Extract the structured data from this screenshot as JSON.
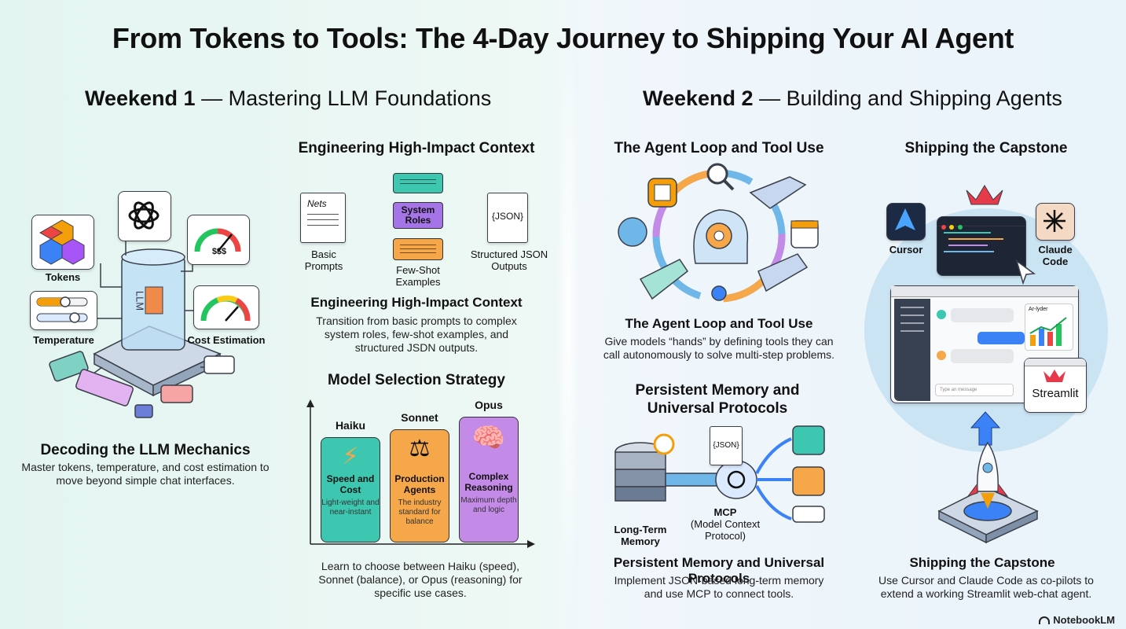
{
  "title": "From Tokens to Tools: The 4-Day Journey to Shipping Your AI Agent",
  "weekend1": {
    "strong": "Weekend 1",
    "rest": " — Mastering LLM Foundations"
  },
  "weekend2": {
    "strong": "Weekend 2",
    "rest": " — Building and Shipping Agents"
  },
  "llm": {
    "label_tokens": "Tokens",
    "label_temperature": "Temperature",
    "label_cost": "Cost Estimation",
    "center_label": "LLM",
    "gauge_text": "$$$",
    "heading": "Decoding the LLM Mechanics",
    "body": "Master tokens, temperature, and cost estimation to move beyond simple chat interfaces."
  },
  "context": {
    "top_heading": "Engineering High-Impact Context",
    "note_scribble": "Nets",
    "basic_prompts": "Basic Prompts",
    "system_roles": "System Roles",
    "few_shot": "Few-Shot Examples",
    "json_tag": "{JSON}",
    "json_outputs": "Structured JSON Outputs",
    "heading": "Engineering High-Impact Context",
    "body": "Transition from basic prompts to complex system roles, few-shot examples, and structured JSDN outputs."
  },
  "models": {
    "heading": "Model Selection Strategy",
    "haiku": {
      "name": "Haiku",
      "title": "Speed and Cost",
      "sub": "Light-weight and near-instant"
    },
    "sonnet": {
      "name": "Sonnet",
      "title": "Production Agents",
      "sub": "The industry standard for balance"
    },
    "opus": {
      "name": "Opus",
      "title": "Complex Reasoning",
      "sub": "Maximum depth and logic"
    },
    "body": "Learn to choose between Haiku (speed), Sonnet (balance), or Opus (reasoning) for specific use cases."
  },
  "agent_loop": {
    "top_heading": "The Agent Loop and Tool Use",
    "heading": "The Agent Loop and Tool Use",
    "body": "Give models “hands” by defining tools they can call autonomously to solve multi-step problems."
  },
  "memory": {
    "top_heading": "Persistent Memory and Universal Protocols",
    "json_tag": "{JSON}",
    "long_term": "Long-Term Memory",
    "mcp": "MCP",
    "mcp_full": "(Model Context Protocol)",
    "heading": "Persistent Memory and Universal Protocols",
    "body": "Implement JSON-based long-term memory and use MCP to connect tools."
  },
  "capstone": {
    "top_heading": "Shipping the Capstone",
    "cursor": "Cursor",
    "claude_code": "Claude Code",
    "chart_word": "Ar-lyder",
    "input_placeholder": "Type an message",
    "streamlit": "Streamlit",
    "heading": "Shipping the Capstone",
    "body": "Use Cursor and Claude Code as co-pilots to extend a working Streamlit web-chat agent."
  },
  "footer": "NotebookLM",
  "colors": {
    "haiku": "#3dc7b0",
    "sonnet": "#f5a74a",
    "opus": "#c48ae8",
    "accent_blue": "#3b82f6",
    "streamlit_red": "#e6394a"
  }
}
